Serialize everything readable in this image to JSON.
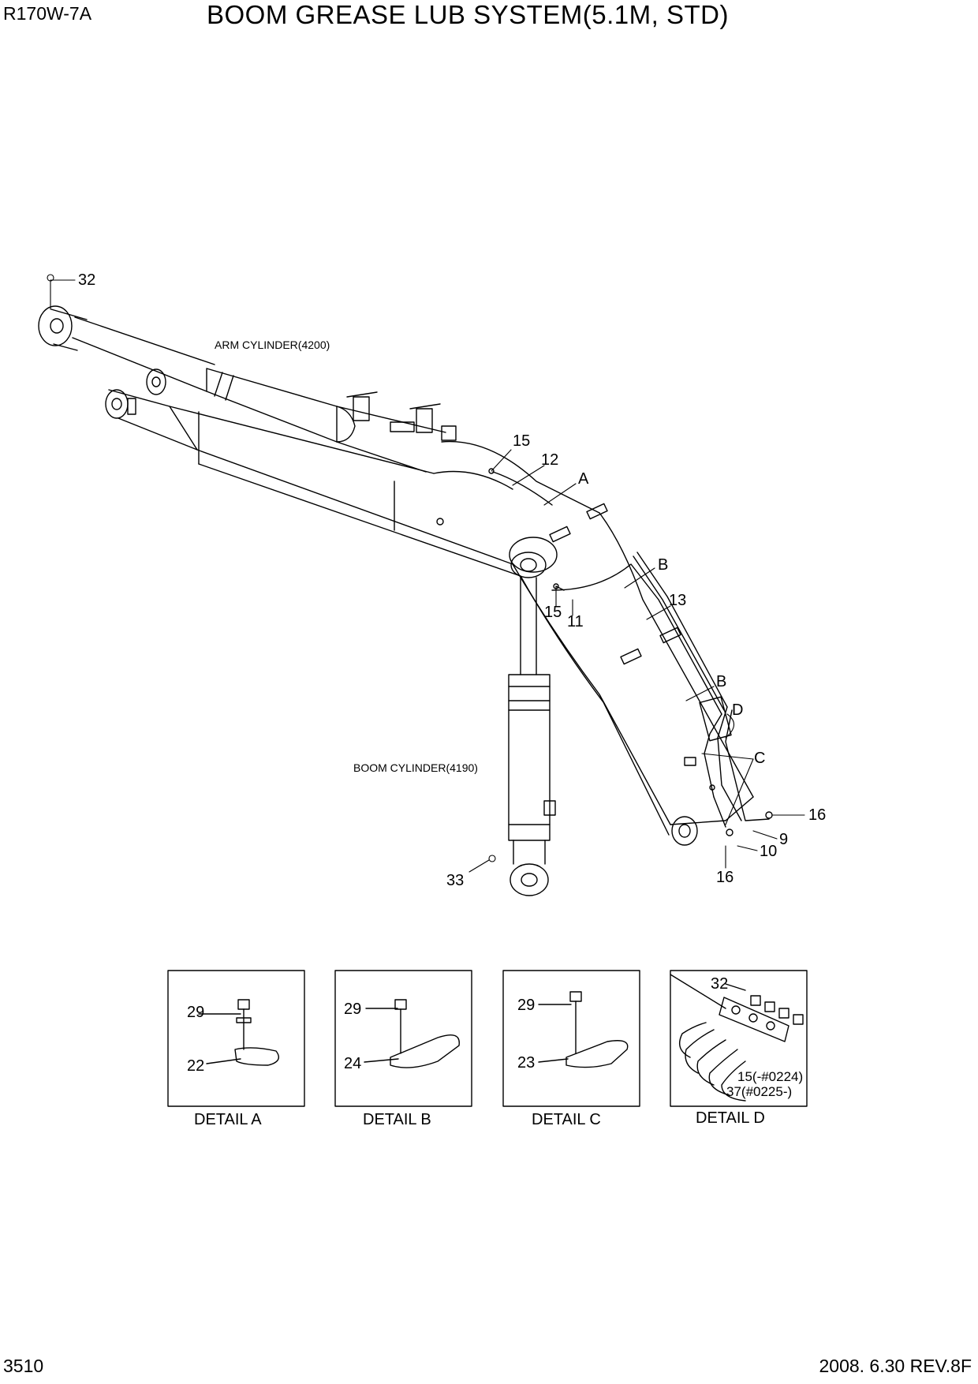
{
  "header": {
    "model": "R170W-7A",
    "title": "BOOM GREASE LUB SYSTEM(5.1M, STD)"
  },
  "footer": {
    "page_number": "3510",
    "date_revision": "2008. 6.30  REV.8F"
  },
  "main_view": {
    "arm_cylinder_label": "ARM CYLINDER(4200)",
    "boom_cylinder_label": "BOOM CYLINDER(4190)",
    "callouts": [
      "32",
      "15",
      "12",
      "A",
      "B",
      "13",
      "15",
      "11",
      "B",
      "D",
      "C",
      "16",
      "9",
      "10",
      "16",
      "33"
    ]
  },
  "details": [
    {
      "caption": "DETAIL A",
      "callouts": [
        "29",
        "22"
      ]
    },
    {
      "caption": "DETAIL B",
      "callouts": [
        "29",
        "24"
      ]
    },
    {
      "caption": "DETAIL C",
      "callouts": [
        "29",
        "23"
      ]
    },
    {
      "caption": "DETAIL  D",
      "callouts": [
        "32",
        "15(-#0224)",
        "37(#0225-)"
      ]
    }
  ]
}
